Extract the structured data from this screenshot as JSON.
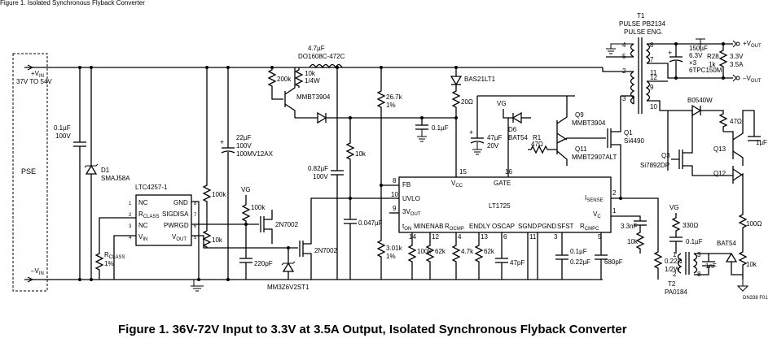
{
  "header_fragment": "Figure 1. Isolated Synchronous Flyback Converter",
  "caption": "Figure 1. 36V-72V Input to 3.3V at 3.5A Output, Isolated Synchronous Flyback Converter",
  "input": {
    "vin_pos": "+V",
    "vin_pos_sub": "IN",
    "range": "37V TO 54V",
    "vin_neg": "–V",
    "vin_neg_sub": "IN",
    "source": "PSE"
  },
  "output": {
    "vout_pos": "+V",
    "vout_pos_sub": "OUT",
    "vout_neg": "–V",
    "vout_neg_sub": "OUT",
    "spec1": "3.3V",
    "spec2": "3.5A"
  },
  "transformer_t1": {
    "ref": "T1",
    "part": "PULSE PB2134",
    "maker": "PULSE ENG.",
    "pins": [
      "4",
      "5",
      "2",
      "3",
      "8",
      "7",
      "11",
      "12",
      "9",
      "10"
    ]
  },
  "transformer_t2": {
    "ref": "T2",
    "part": "PA0184",
    "pins": [
      "1",
      "2",
      "3",
      "8"
    ]
  },
  "ic_ltc4257": {
    "name": "LTC4257-1",
    "left_pins": [
      {
        "num": "1",
        "name": "NC"
      },
      {
        "num": "2",
        "name": "R",
        "sub": "CLASS"
      },
      {
        "num": "3",
        "name": "NC"
      },
      {
        "num": "4",
        "name": "V",
        "sub": "IN"
      }
    ],
    "right_pins": [
      {
        "num": "8",
        "name": "GND"
      },
      {
        "num": "7",
        "name": "SIGDISA"
      },
      {
        "num": "6",
        "name": "PWRGD"
      },
      {
        "num": "5",
        "name": "V",
        "sub": "OUT"
      }
    ]
  },
  "ic_lt1725": {
    "name": "LT1725",
    "pin_vcc": "V",
    "pin_vcc_sub": "CC",
    "pin_gate": "GATE",
    "pin_fb": "FB",
    "pin_uvlo": "UVLO",
    "pin_3vout": "3V",
    "pin_3vout_sub": "OUT",
    "pin_isense": "I",
    "pin_isense_sub": "SENSE",
    "pin_vc": "V",
    "pin_vc_sub": "C",
    "bottom_pins": [
      "t",
      "MINENAB",
      "R",
      "ENDLY",
      "OSCAP",
      "SGND",
      "PGND",
      "SFST",
      "R"
    ],
    "bottom_sub": [
      "ON",
      "",
      "OCMP",
      "",
      "",
      "",
      "",
      "",
      "CMPC"
    ],
    "pin_numbers": [
      "15",
      "16",
      "8",
      "10",
      "9",
      "2",
      "1",
      "14",
      "12",
      "4",
      "13",
      "6",
      "11",
      "3",
      "5"
    ]
  },
  "components": {
    "c_in": [
      "0.1µF",
      "100V"
    ],
    "d1": [
      "D1",
      "SMAJ58A"
    ],
    "rclass": [
      "R",
      "CLASS",
      "1%"
    ],
    "l_in": [
      "4.7µF",
      "DO1608C-472C"
    ],
    "r200k": "200k",
    "r10k_1w": [
      "10k",
      "1/4W"
    ],
    "q_mmbt3904_a": "MMBT3904",
    "c22u": [
      "22µF",
      "100V",
      "100MV12AX"
    ],
    "r100k_a": "100k",
    "vg_a": "VG",
    "r100k_b": "100k",
    "q2n7002_a": "2N7002",
    "r10k_a": "10k",
    "c220p": "220pF",
    "q2n7002_b": "2N7002",
    "zener": "MM3Z6V2ST1",
    "r10k_b": "10k",
    "c082": [
      "0.82µF",
      "100V"
    ],
    "c047": "0.047µF",
    "r267k": [
      "26.7k",
      "1%"
    ],
    "r301k": [
      "3.01k",
      "1%"
    ],
    "r100k_c": "100k",
    "r62k_a": "62k",
    "r47k": "4.7k",
    "r62k_b": "62k",
    "c47p": "47pF",
    "bas21": "BAS21LT1",
    "r20": "20Ω",
    "c01_a": "0.1µF",
    "c47u": [
      "47µF",
      "20V"
    ],
    "vg_b": "VG",
    "d6": [
      "D6",
      "BAT54"
    ],
    "r1": [
      "R1",
      "47Ω"
    ],
    "q9": [
      "Q9",
      "MMBT3904"
    ],
    "q11": [
      "Q11",
      "MMBT2907ALT"
    ],
    "q1": [
      "Q1",
      "Si4490"
    ],
    "c01_b": "0.1µF",
    "c022_a": "0.22µF",
    "c680p": "680pF",
    "c33n": "3.3nF",
    "r10k_c": "10k",
    "r022": [
      "0.22Ω",
      "1/2W"
    ],
    "c150u": [
      "150µF",
      "6.3V",
      "×3",
      "6TPC150M"
    ],
    "r28": [
      "R28",
      "1k"
    ],
    "b0540": "B0540W",
    "r47_out": "47Ω",
    "c1u": "1µF",
    "q3": [
      "Q3",
      "Si7892DP"
    ],
    "q13": "Q13",
    "q12": "Q12",
    "vg_c": "VG",
    "r330": "330Ω",
    "c01_c": "0.1µF",
    "bat54": "BAT54",
    "c1n": "1nF",
    "r100": "100Ω",
    "r10k_d": "10k",
    "drawing_id": "DN338 F01"
  }
}
